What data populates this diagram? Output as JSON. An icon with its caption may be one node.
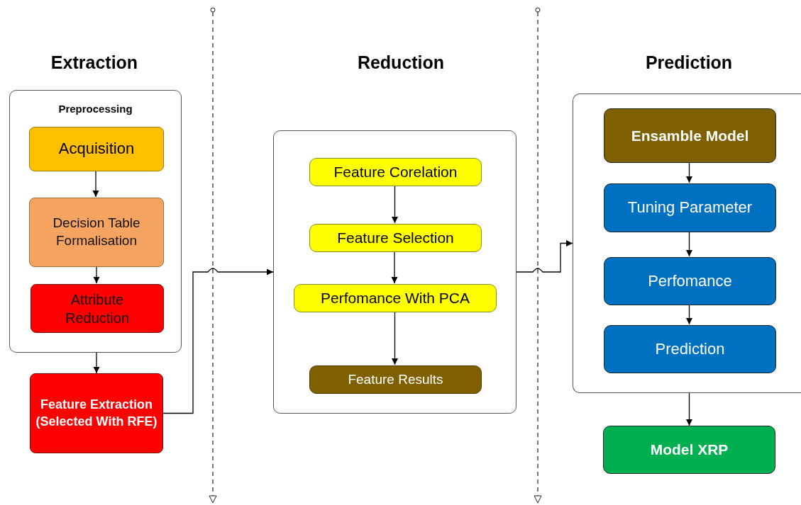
{
  "diagram": {
    "nodes": [
      {
        "text": [
          "Preprocessing"
        ]
      },
      {
        "text": [
          "Acquisition"
        ],
        "in": 0
      },
      {
        "text": [
          "Decision Table Formalisation"
        ],
        "in": 0
      },
      {
        "text": [
          "Attribute Reduction"
        ],
        "in": 0
      },
      {
        "text": [
          "Feature Extraction (Selected With RFE)"
        ]
      },
      {
        "text": [],
        "shape": "box"
      },
      {
        "text": [
          "Feature Corelation"
        ],
        "in": 5
      },
      {
        "text": [
          "Feature Selection"
        ],
        "in": 5
      },
      {
        "text": [
          "Perfomance With PCA"
        ],
        "in": 5
      },
      {
        "text": [
          "Feature Results"
        ],
        "in": 5
      },
      {
        "text": [],
        "shape": "box"
      },
      {
        "text": [
          "Ensamble Model"
        ],
        "in": 10
      },
      {
        "text": [
          "Tuning Parameter"
        ],
        "in": 10
      },
      {
        "text": [
          "Perfomance"
        ],
        "in": 10
      },
      {
        "text": [
          "Prediction"
        ],
        "in": 10
      },
      {
        "text": [
          "Model XRP"
        ]
      }
    ],
    "edges": [
      {
        "from": 1,
        "to": 2,
        "arrow": "to"
      },
      {
        "from": 2,
        "to": 3,
        "arrow": "to"
      },
      {
        "from": 0,
        "to": 4,
        "arrow": "to"
      },
      {
        "from": 4,
        "to": 5,
        "arrow": "to"
      },
      {
        "from": 6,
        "to": 7,
        "arrow": "to"
      },
      {
        "from": 7,
        "to": 8,
        "arrow": "to"
      },
      {
        "from": 8,
        "to": 9,
        "arrow": "to"
      },
      {
        "from": 5,
        "to": 10,
        "arrow": "to"
      },
      {
        "from": 11,
        "to": 12,
        "arrow": "to"
      },
      {
        "from": 12,
        "to": 13,
        "arrow": "to"
      },
      {
        "from": 13,
        "to": 14,
        "arrow": "to"
      },
      {
        "from": 10,
        "to": 15,
        "arrow": "to"
      }
    ],
    "labels": [
      "Extraction",
      "Reduction",
      "Prediction"
    ]
  }
}
